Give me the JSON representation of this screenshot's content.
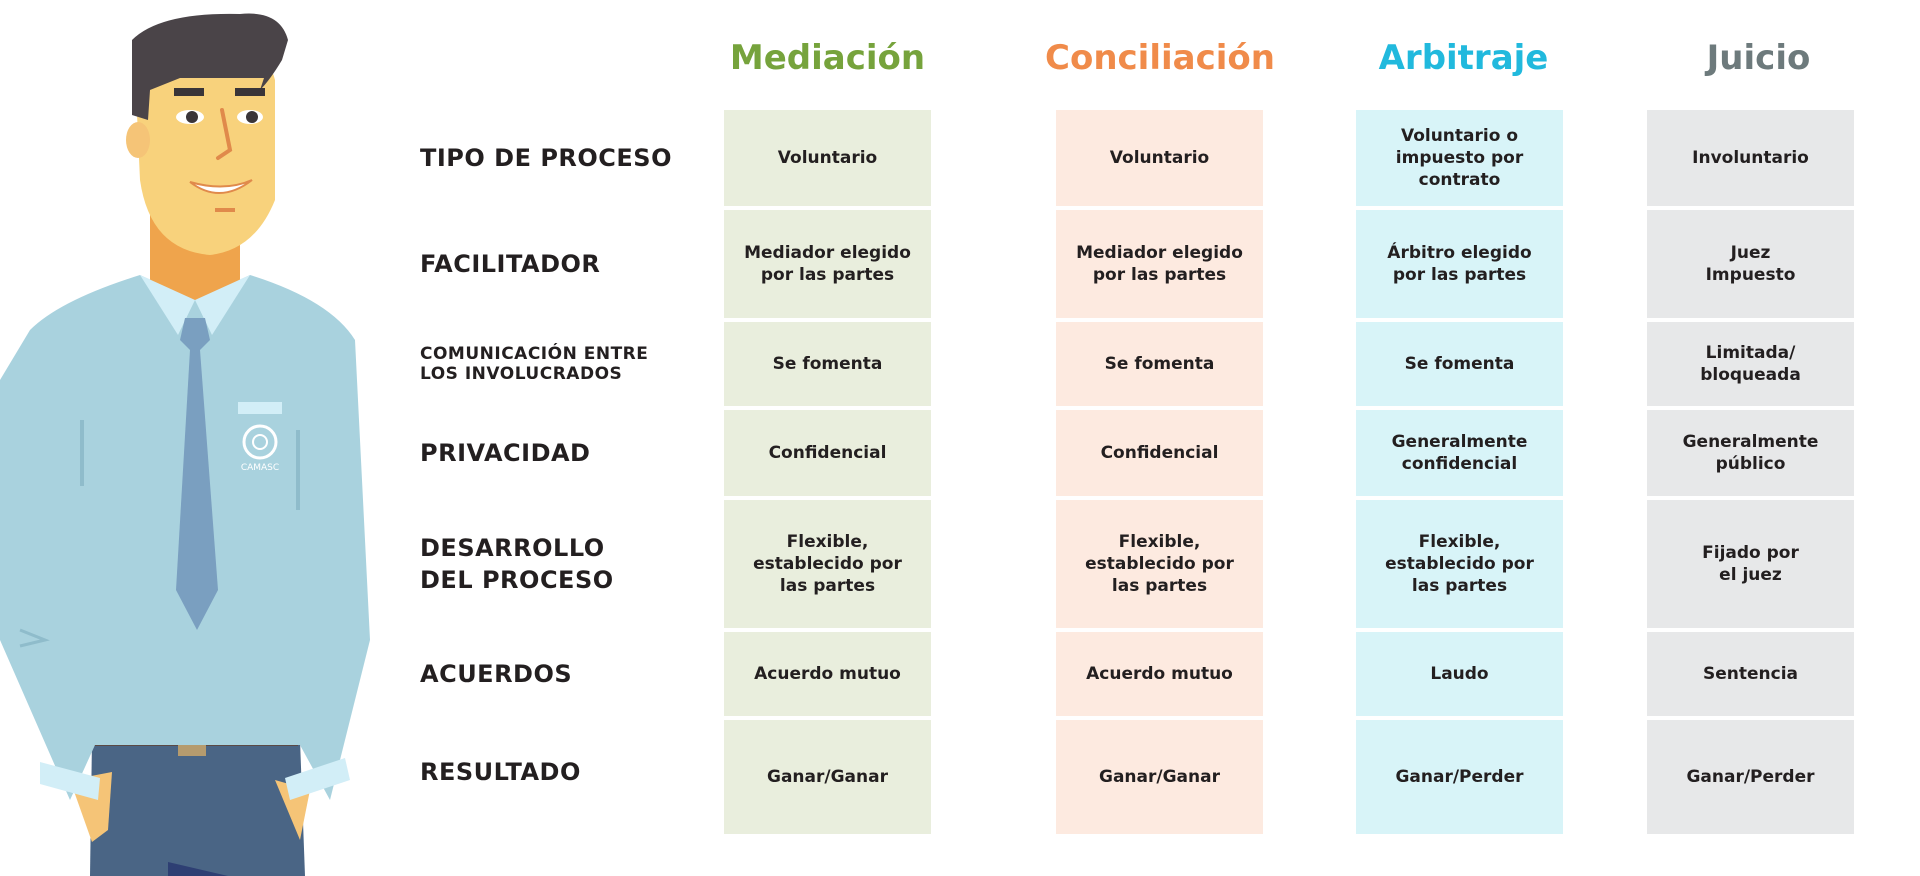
{
  "columns": [
    {
      "title": "Mediación",
      "color": "#76a33c",
      "bg": "#e9eedd"
    },
    {
      "title": "Conciliación",
      "color": "#f08b4a",
      "bg": "#fdeae0"
    },
    {
      "title": "Arbitraje",
      "color": "#21b9dd",
      "bg": "#d8f4f8"
    },
    {
      "title": "Juicio",
      "color": "#6d7a7c",
      "bg": "#e7e8e9"
    }
  ],
  "rows": [
    {
      "label": "TIPO DE PROCESO",
      "cells": [
        "Voluntario",
        "Voluntario",
        "Voluntario o\nimpuesto por\ncontrato",
        "Involuntario"
      ]
    },
    {
      "label": "FACILITADOR",
      "cells": [
        "Mediador elegido\npor las partes",
        "Mediador elegido\npor las partes",
        "Árbitro elegido\npor las partes",
        "Juez\nImpuesto"
      ]
    },
    {
      "label": "COMUNICACIÓN ENTRE\nLOS INVOLUCRADOS",
      "cells": [
        "Se fomenta",
        "Se fomenta",
        "Se fomenta",
        "Limitada/\nbloqueada"
      ]
    },
    {
      "label": "PRIVACIDAD",
      "cells": [
        "Confidencial",
        "Confidencial",
        "Generalmente\nconfidencial",
        "Generalmente\npúblico"
      ]
    },
    {
      "label": "DESARROLLO\nDEL PROCESO",
      "cells": [
        "Flexible,\nestablecido por\nlas partes",
        "Flexible,\nestablecido por\nlas partes",
        "Flexible,\nestablecido por\nlas partes",
        "Fijado por\nel juez"
      ]
    },
    {
      "label": "ACUERDOS",
      "cells": [
        "Acuerdo mutuo",
        "Acuerdo mutuo",
        "Laudo",
        "Sentencia"
      ]
    },
    {
      "label": "RESULTADO",
      "cells": [
        "Ganar/Ganar",
        "Ganar/Ganar",
        "Ganar/Perder",
        "Ganar/Perder"
      ]
    }
  ],
  "figure": {
    "badge_text": "CAMASC"
  },
  "colors": {
    "text": "#231f20",
    "shirt": "#a9d2de",
    "tie": "#7a9fc0",
    "skin": "#f5c477",
    "hair": "#4a4448",
    "pants": "#4a6585"
  }
}
